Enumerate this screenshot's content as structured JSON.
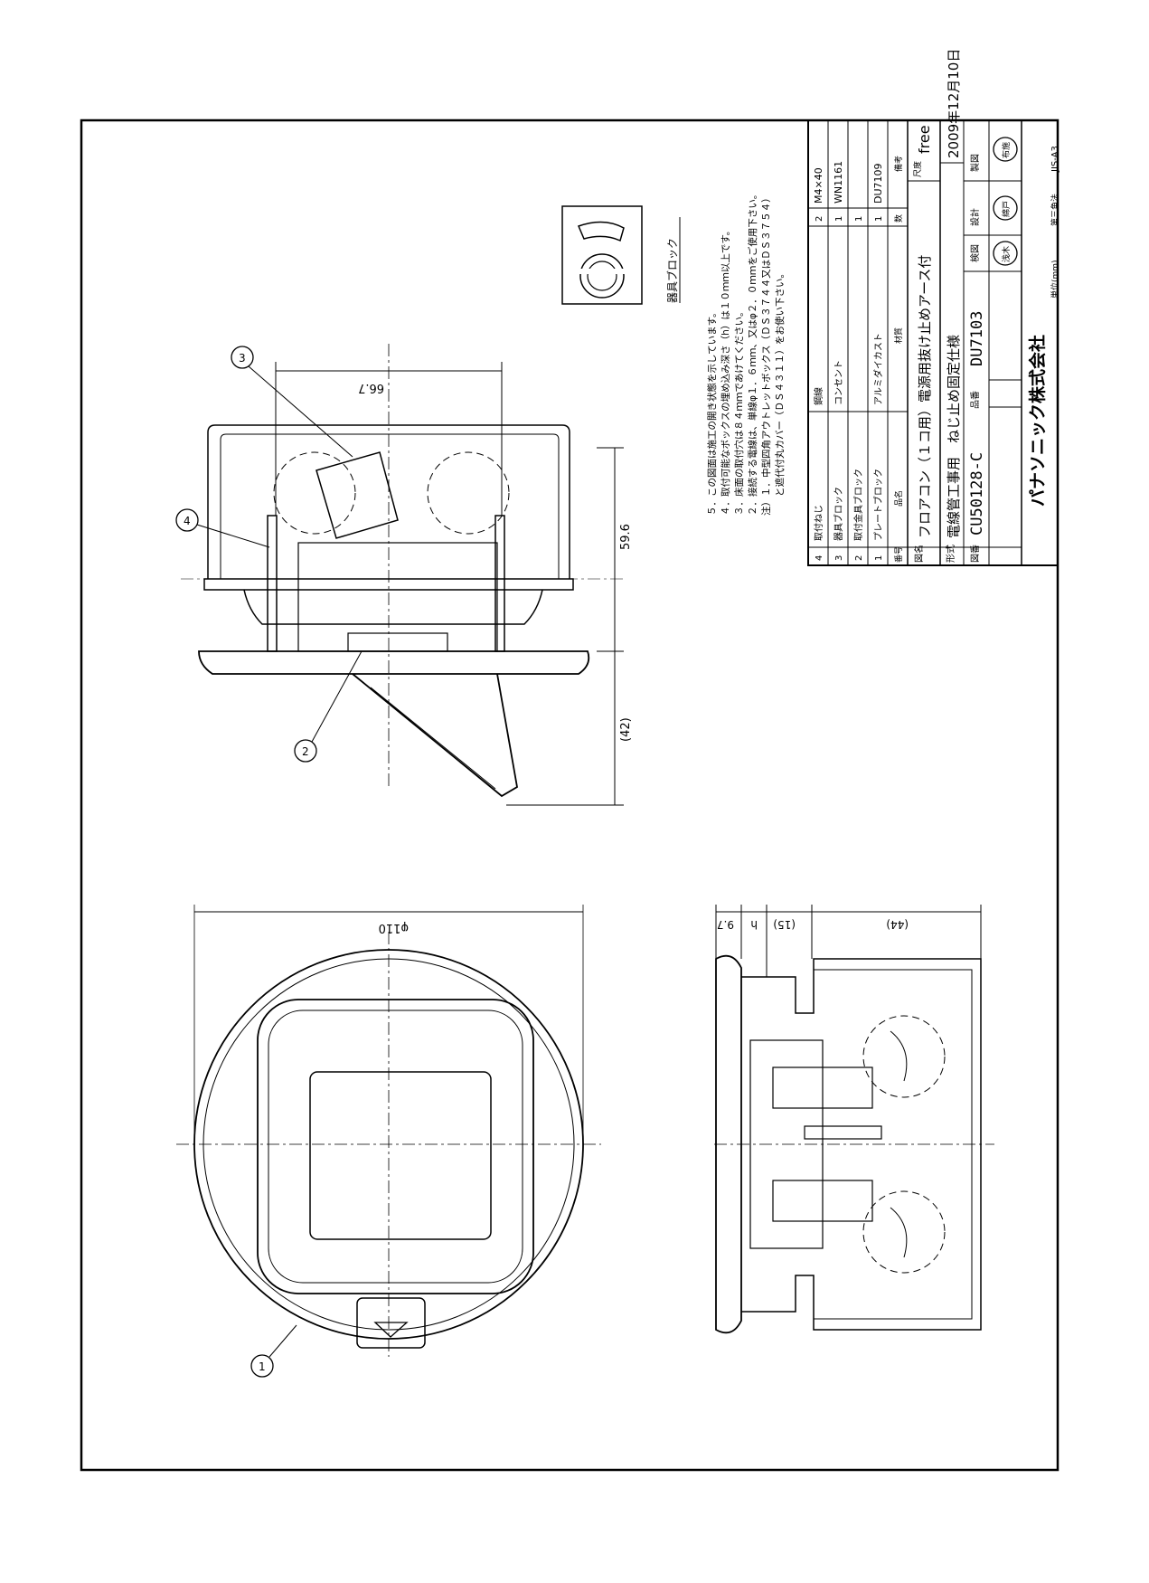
{
  "drawing": {
    "title": "フロアコン（１コ用）電源用抜け止めアース付",
    "model_line": "電線管工事用　ねじ止め固定仕様",
    "part_number": "CU50128-C",
    "drawing_number": "DU7103",
    "date": "2009年12月10日",
    "scale_value": "free",
    "company": "パナソニック株式会社",
    "unit_note": "単位(mm)",
    "projection_note": "第三角法",
    "sheet_size": "JIS-A3",
    "labels": {
      "scale": "尺度",
      "figure_name": "図名",
      "model": "形式",
      "drawing_no": "図番",
      "part_no": "品番",
      "check": "検図",
      "design": "設計",
      "drafting": "製図",
      "row_no": "番号",
      "row_name": "品名",
      "row_material": "材質",
      "row_qty": "数",
      "row_remarks": "備考"
    },
    "stamps": [
      "浅木",
      "綿戸",
      "布施"
    ]
  },
  "parts": [
    {
      "no": "4",
      "name": "取付ねじ",
      "material": "鋼線",
      "qty": "2",
      "remarks": "M4×40"
    },
    {
      "no": "3",
      "name": "器具ブロック",
      "material": "コンセント",
      "qty": "1",
      "remarks": "WN1161"
    },
    {
      "no": "2",
      "name": "取付金具ブロック",
      "material": "",
      "qty": "1",
      "remarks": ""
    },
    {
      "no": "1",
      "name": "プレートブロック",
      "material": "アルミダイカスト",
      "qty": "1",
      "remarks": "DU7109"
    }
  ],
  "notes": [
    "５．この図面は施工の開き状態を示しています。",
    "４．取付可能なボックスの埋め込み深さ（h）は１０ｍｍ以上です。",
    "３．床面の取付穴は８４ｍｍであけてください。",
    "２．接続する電線は、単線φ１．６ｍｍ、又はφ２．０ｍｍをご使用下さい。",
    "注）１．中型四角アウトレットボックス（ＤＳ３７４４又はＤＳ３７５４）",
    "　　と遮代付丸カバー（ＤＳ４３１１）をお使い下さい。"
  ],
  "detail": {
    "label": "器具ブロック"
  },
  "dimensions": {
    "d_110": "φ110",
    "d_667": "66.7",
    "d_596": "59.6",
    "d_42": "(42)",
    "d_97": "9.7",
    "d_h": "h",
    "d_15": "(15)",
    "d_44": "(44)"
  },
  "balloons": [
    "1",
    "2",
    "3",
    "4"
  ]
}
